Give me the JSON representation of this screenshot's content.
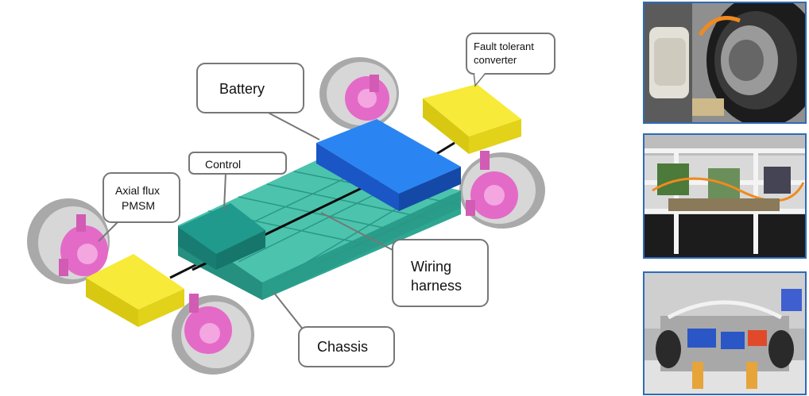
{
  "labels": {
    "fault_tolerant_converter_line1": "Fault tolerant",
    "fault_tolerant_converter_line2": "converter",
    "battery": "Battery",
    "control": "Control",
    "axial_flux_line1": "Axial flux",
    "axial_flux_line2": "PMSM",
    "wiring_harness_line1": "Wiring",
    "wiring_harness_line2": "harness",
    "chassis": "Chassis"
  },
  "colors": {
    "battery": "#1e6fe8",
    "chassis_modules": "#35b5a0",
    "control": "#1a8a80",
    "converter": "#f5e61e",
    "motor_hub": "#e46ac8",
    "tyre": "#c8c8c8",
    "photo_border": "#2e6bb8"
  },
  "photos": [
    {
      "name": "in-wheel-motor-photo"
    },
    {
      "name": "chassis-electronics-photo"
    },
    {
      "name": "vehicle-prototype-photo"
    }
  ]
}
